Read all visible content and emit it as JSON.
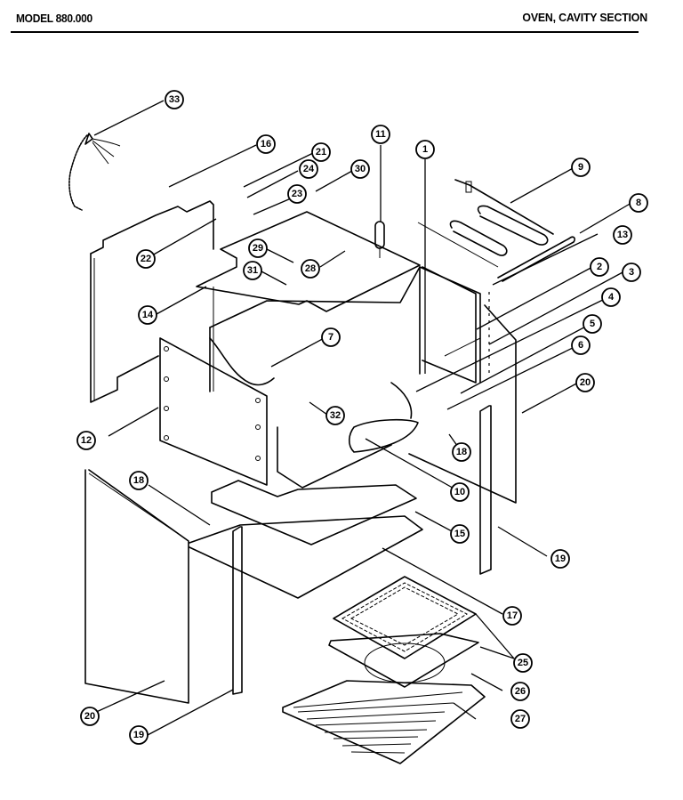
{
  "header": {
    "model": "MODEL 880.000",
    "section": "OVEN, CAVITY SECTION"
  },
  "callouts": [
    {
      "id": "33",
      "part": "33"
    },
    {
      "id": "16",
      "part": "16"
    },
    {
      "id": "21",
      "part": "21"
    },
    {
      "id": "24",
      "part": "24"
    },
    {
      "id": "30",
      "part": "30"
    },
    {
      "id": "23",
      "part": "23"
    },
    {
      "id": "22",
      "part": "22"
    },
    {
      "id": "29",
      "part": "29"
    },
    {
      "id": "28",
      "part": "28"
    },
    {
      "id": "31",
      "part": "31"
    },
    {
      "id": "14",
      "part": "14"
    },
    {
      "id": "11",
      "part": "11"
    },
    {
      "id": "1",
      "part": "1"
    },
    {
      "id": "9",
      "part": "9"
    },
    {
      "id": "8",
      "part": "8"
    },
    {
      "id": "13",
      "part": "13"
    },
    {
      "id": "2",
      "part": "2"
    },
    {
      "id": "3",
      "part": "3"
    },
    {
      "id": "4",
      "part": "4"
    },
    {
      "id": "5",
      "part": "5"
    },
    {
      "id": "6",
      "part": "6"
    },
    {
      "id": "7",
      "part": "7"
    },
    {
      "id": "20a",
      "part": "20"
    },
    {
      "id": "12",
      "part": "12"
    },
    {
      "id": "32",
      "part": "32"
    },
    {
      "id": "18a",
      "part": "18"
    },
    {
      "id": "10",
      "part": "10"
    },
    {
      "id": "15",
      "part": "15"
    },
    {
      "id": "18b",
      "part": "18"
    },
    {
      "id": "19a",
      "part": "19"
    },
    {
      "id": "17",
      "part": "17"
    },
    {
      "id": "25",
      "part": "25"
    },
    {
      "id": "26",
      "part": "26"
    },
    {
      "id": "27",
      "part": "27"
    },
    {
      "id": "20b",
      "part": "20"
    },
    {
      "id": "19b",
      "part": "19"
    }
  ]
}
